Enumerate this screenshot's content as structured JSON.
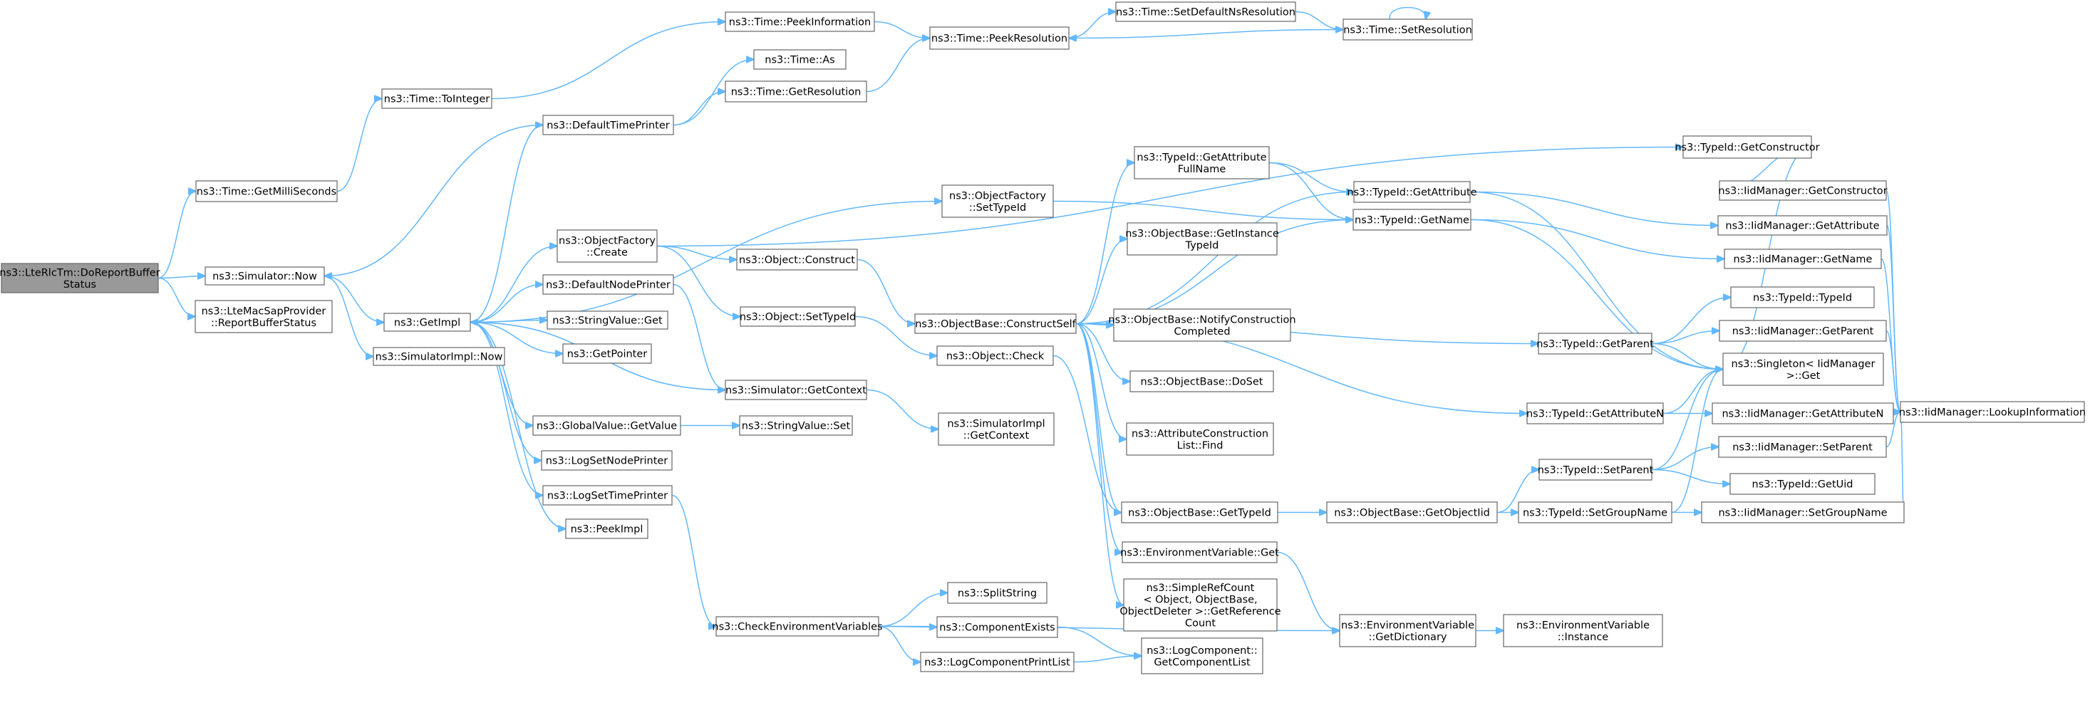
{
  "diagram": {
    "edge_color": "#63b8ff",
    "node_border_color": "#666666",
    "root_fill_color": "#999999",
    "nodes": [
      {
        "id": "root",
        "lines": [
          "ns3::LteRlcTm::DoReportBuffer",
          "Status"
        ]
      },
      {
        "id": "getMilli",
        "lines": [
          "ns3::Time::GetMilliSeconds"
        ]
      },
      {
        "id": "simNow",
        "lines": [
          "ns3::Simulator::Now"
        ]
      },
      {
        "id": "lteMac",
        "lines": [
          "ns3::LteMacSapProvider",
          "::ReportBufferStatus"
        ]
      },
      {
        "id": "toInteger",
        "lines": [
          "ns3::Time::ToInteger"
        ]
      },
      {
        "id": "getImpl",
        "lines": [
          "ns3::GetImpl"
        ]
      },
      {
        "id": "simImplNow",
        "lines": [
          "ns3::SimulatorImpl::Now"
        ]
      },
      {
        "id": "peekInfo",
        "lines": [
          "ns3::Time::PeekInformation"
        ]
      },
      {
        "id": "timeAs",
        "lines": [
          "ns3::Time::As"
        ]
      },
      {
        "id": "getRes",
        "lines": [
          "ns3::Time::GetResolution"
        ]
      },
      {
        "id": "defTimePrinter",
        "lines": [
          "ns3::DefaultTimePrinter"
        ]
      },
      {
        "id": "peekRes",
        "lines": [
          "ns3::Time::PeekResolution"
        ]
      },
      {
        "id": "setDefNs",
        "lines": [
          "ns3::Time::SetDefaultNsResolution"
        ]
      },
      {
        "id": "setRes",
        "lines": [
          "ns3::Time::SetResolution"
        ]
      },
      {
        "id": "objFactCreate",
        "lines": [
          "ns3::ObjectFactory",
          "::Create"
        ]
      },
      {
        "id": "defNodePrinter",
        "lines": [
          "ns3::DefaultNodePrinter"
        ]
      },
      {
        "id": "strValGet",
        "lines": [
          "ns3::StringValue::Get"
        ]
      },
      {
        "id": "getPointer",
        "lines": [
          "ns3::GetPointer"
        ]
      },
      {
        "id": "simGetContext",
        "lines": [
          "ns3::Simulator::GetContext"
        ]
      },
      {
        "id": "globValGet",
        "lines": [
          "ns3::GlobalValue::GetValue"
        ]
      },
      {
        "id": "logSetNode",
        "lines": [
          "ns3::LogSetNodePrinter"
        ]
      },
      {
        "id": "logSetTime",
        "lines": [
          "ns3::LogSetTimePrinter"
        ]
      },
      {
        "id": "peekImpl",
        "lines": [
          "ns3::PeekImpl"
        ]
      },
      {
        "id": "checkEnv",
        "lines": [
          "ns3::CheckEnvironmentVariables"
        ]
      },
      {
        "id": "objConstruct",
        "lines": [
          "ns3::Object::Construct"
        ]
      },
      {
        "id": "objSetTypeId",
        "lines": [
          "ns3::Object::SetTypeId"
        ]
      },
      {
        "id": "objFactSetTypeId",
        "lines": [
          "ns3::ObjectFactory",
          "::SetTypeId"
        ]
      },
      {
        "id": "strValSet",
        "lines": [
          "ns3::StringValue::Set"
        ]
      },
      {
        "id": "simImplGetCtx",
        "lines": [
          "ns3::SimulatorImpl",
          "::GetContext"
        ]
      },
      {
        "id": "objCheck",
        "lines": [
          "ns3::Object::Check"
        ]
      },
      {
        "id": "objBaseConstructSelf",
        "lines": [
          "ns3::ObjectBase::ConstructSelf"
        ]
      },
      {
        "id": "splitString",
        "lines": [
          "ns3::SplitString"
        ]
      },
      {
        "id": "compExists",
        "lines": [
          "ns3::ComponentExists"
        ]
      },
      {
        "id": "logCompPrintList",
        "lines": [
          "ns3::LogComponentPrintList"
        ]
      },
      {
        "id": "typeIdGetAttrFullName",
        "lines": [
          "ns3::TypeId::GetAttribute",
          "FullName"
        ]
      },
      {
        "id": "objBaseGetInstance",
        "lines": [
          "ns3::ObjectBase::GetInstance",
          "TypeId"
        ]
      },
      {
        "id": "objBaseNotify",
        "lines": [
          "ns3::ObjectBase::NotifyConstruction",
          "Completed"
        ]
      },
      {
        "id": "objBaseDoSet",
        "lines": [
          "ns3::ObjectBase::DoSet"
        ]
      },
      {
        "id": "attrConstrFind",
        "lines": [
          "ns3::AttributeConstruction",
          "List::Find"
        ]
      },
      {
        "id": "objBaseGetTypeId",
        "lines": [
          "ns3::ObjectBase::GetTypeId"
        ]
      },
      {
        "id": "envVarGet",
        "lines": [
          "ns3::EnvironmentVariable::Get"
        ]
      },
      {
        "id": "simpleRefCount",
        "lines": [
          "ns3::SimpleRefCount",
          "< Object, ObjectBase,",
          "ObjectDeleter >::GetReference",
          "Count"
        ]
      },
      {
        "id": "logCompGetList",
        "lines": [
          "ns3::LogComponent::",
          "GetComponentList"
        ]
      },
      {
        "id": "typeIdGetAttr",
        "lines": [
          "ns3::TypeId::GetAttribute"
        ]
      },
      {
        "id": "typeIdGetName",
        "lines": [
          "ns3::TypeId::GetName"
        ]
      },
      {
        "id": "objBaseGetObjectIid",
        "lines": [
          "ns3::ObjectBase::GetObjectIid"
        ]
      },
      {
        "id": "envVarGetDict",
        "lines": [
          "ns3::EnvironmentVariable",
          "::GetDictionary"
        ]
      },
      {
        "id": "typeIdGetConstructor",
        "lines": [
          "ns3::TypeId::GetConstructor"
        ]
      },
      {
        "id": "typeIdGetParent",
        "lines": [
          "ns3::TypeId::GetParent"
        ]
      },
      {
        "id": "typeIdGetAttrN",
        "lines": [
          "ns3::TypeId::GetAttributeN"
        ]
      },
      {
        "id": "typeIdSetParent",
        "lines": [
          "ns3::TypeId::SetParent"
        ]
      },
      {
        "id": "typeIdSetGroupName",
        "lines": [
          "ns3::TypeId::SetGroupName"
        ]
      },
      {
        "id": "envVarInstance",
        "lines": [
          "ns3::EnvironmentVariable",
          "::Instance"
        ]
      },
      {
        "id": "iidGetConstructor",
        "lines": [
          "ns3::IidManager::GetConstructor"
        ]
      },
      {
        "id": "iidGetAttribute",
        "lines": [
          "ns3::IidManager::GetAttribute"
        ]
      },
      {
        "id": "iidGetName",
        "lines": [
          "ns3::IidManager::GetName"
        ]
      },
      {
        "id": "typeIdTypeId",
        "lines": [
          "ns3::TypeId::TypeId"
        ]
      },
      {
        "id": "iidGetParent",
        "lines": [
          "ns3::IidManager::GetParent"
        ]
      },
      {
        "id": "singletonGet",
        "lines": [
          "ns3::Singleton< IidManager",
          ">::Get"
        ]
      },
      {
        "id": "iidGetAttributeN",
        "lines": [
          "ns3::IidManager::GetAttributeN"
        ]
      },
      {
        "id": "iidSetParent",
        "lines": [
          "ns3::IidManager::SetParent"
        ]
      },
      {
        "id": "typeIdGetUid",
        "lines": [
          "ns3::TypeId::GetUid"
        ]
      },
      {
        "id": "iidSetGroupName",
        "lines": [
          "ns3::IidManager::SetGroupName"
        ]
      },
      {
        "id": "iidLookupInfo",
        "lines": [
          "ns3::IidManager::LookupInformation"
        ]
      }
    ],
    "edges": [
      [
        "root",
        "getMilli"
      ],
      [
        "root",
        "simNow"
      ],
      [
        "root",
        "lteMac"
      ],
      [
        "getMilli",
        "toInteger"
      ],
      [
        "simNow",
        "getImpl"
      ],
      [
        "simNow",
        "simImplNow"
      ],
      [
        "toInteger",
        "peekInfo"
      ],
      [
        "peekInfo",
        "peekRes"
      ],
      [
        "getRes",
        "peekRes"
      ],
      [
        "peekRes",
        "setDefNs"
      ],
      [
        "setDefNs",
        "setRes"
      ],
      [
        "setRes",
        "peekRes"
      ],
      [
        "setRes",
        "setRes"
      ],
      [
        "defTimePrinter",
        "timeAs"
      ],
      [
        "defTimePrinter",
        "getRes"
      ],
      [
        "defTimePrinter",
        "simNow"
      ],
      [
        "getImpl",
        "defTimePrinter"
      ],
      [
        "getImpl",
        "objFactCreate"
      ],
      [
        "getImpl",
        "objFactSetTypeId"
      ],
      [
        "getImpl",
        "defNodePrinter"
      ],
      [
        "getImpl",
        "strValGet"
      ],
      [
        "getImpl",
        "getPointer"
      ],
      [
        "getImpl",
        "simGetContext"
      ],
      [
        "getImpl",
        "globValGet"
      ],
      [
        "getImpl",
        "logSetNode"
      ],
      [
        "getImpl",
        "logSetTime"
      ],
      [
        "getImpl",
        "peekImpl"
      ],
      [
        "objFactCreate",
        "objConstruct"
      ],
      [
        "objFactCreate",
        "objSetTypeId"
      ],
      [
        "objFactCreate",
        "typeIdGetConstructor"
      ],
      [
        "defNodePrinter",
        "simGetContext"
      ],
      [
        "simGetContext",
        "getImpl"
      ],
      [
        "simGetContext",
        "simImplGetCtx"
      ],
      [
        "globValGet",
        "strValSet"
      ],
      [
        "logSetTime",
        "checkEnv"
      ],
      [
        "checkEnv",
        "splitString"
      ],
      [
        "checkEnv",
        "compExists"
      ],
      [
        "checkEnv",
        "logCompPrintList"
      ],
      [
        "checkEnv",
        "envVarGetDict"
      ],
      [
        "compExists",
        "logCompGetList"
      ],
      [
        "logCompPrintList",
        "logCompGetList"
      ],
      [
        "objConstruct",
        "objBaseConstructSelf"
      ],
      [
        "objSetTypeId",
        "objCheck"
      ],
      [
        "objCheck",
        "objBaseGetTypeId"
      ],
      [
        "objFactSetTypeId",
        "typeIdGetName"
      ],
      [
        "objBaseConstructSelf",
        "typeIdGetAttrFullName"
      ],
      [
        "objBaseConstructSelf",
        "objBaseGetInstance"
      ],
      [
        "objBaseConstructSelf",
        "objBaseNotify"
      ],
      [
        "objBaseConstructSelf",
        "objBaseDoSet"
      ],
      [
        "objBaseConstructSelf",
        "attrConstrFind"
      ],
      [
        "objBaseConstructSelf",
        "objBaseGetTypeId"
      ],
      [
        "objBaseConstructSelf",
        "envVarGet"
      ],
      [
        "objBaseConstructSelf",
        "simpleRefCount"
      ],
      [
        "objBaseConstructSelf",
        "typeIdGetAttr"
      ],
      [
        "objBaseConstructSelf",
        "typeIdGetName"
      ],
      [
        "objBaseConstructSelf",
        "typeIdGetParent"
      ],
      [
        "objBaseConstructSelf",
        "typeIdGetAttrN"
      ],
      [
        "typeIdGetAttrFullName",
        "typeIdGetAttr"
      ],
      [
        "typeIdGetAttrFullName",
        "typeIdGetName"
      ],
      [
        "objBaseGetTypeId",
        "objBaseGetObjectIid"
      ],
      [
        "objBaseGetObjectIid",
        "typeIdSetParent"
      ],
      [
        "objBaseGetObjectIid",
        "typeIdSetGroupName"
      ],
      [
        "envVarGet",
        "envVarGetDict"
      ],
      [
        "envVarGetDict",
        "envVarInstance"
      ],
      [
        "typeIdGetAttr",
        "iidGetAttribute"
      ],
      [
        "typeIdGetAttr",
        "singletonGet"
      ],
      [
        "typeIdGetName",
        "iidGetName"
      ],
      [
        "typeIdGetName",
        "singletonGet"
      ],
      [
        "typeIdGetConstructor",
        "iidGetConstructor"
      ],
      [
        "typeIdGetConstructor",
        "singletonGet"
      ],
      [
        "typeIdGetParent",
        "typeIdTypeId"
      ],
      [
        "typeIdGetParent",
        "iidGetParent"
      ],
      [
        "typeIdGetParent",
        "singletonGet"
      ],
      [
        "typeIdGetAttrN",
        "iidGetAttributeN"
      ],
      [
        "typeIdGetAttrN",
        "singletonGet"
      ],
      [
        "typeIdSetParent",
        "iidSetParent"
      ],
      [
        "typeIdSetParent",
        "typeIdGetUid"
      ],
      [
        "typeIdSetParent",
        "singletonGet"
      ],
      [
        "typeIdSetGroupName",
        "iidSetGroupName"
      ],
      [
        "typeIdSetGroupName",
        "singletonGet"
      ],
      [
        "iidGetConstructor",
        "iidLookupInfo"
      ],
      [
        "iidGetAttribute",
        "iidLookupInfo"
      ],
      [
        "iidGetName",
        "iidLookupInfo"
      ],
      [
        "iidGetParent",
        "iidLookupInfo"
      ],
      [
        "iidGetAttributeN",
        "iidLookupInfo"
      ],
      [
        "iidSetParent",
        "iidLookupInfo"
      ],
      [
        "iidSetGroupName",
        "iidLookupInfo"
      ]
    ]
  }
}
